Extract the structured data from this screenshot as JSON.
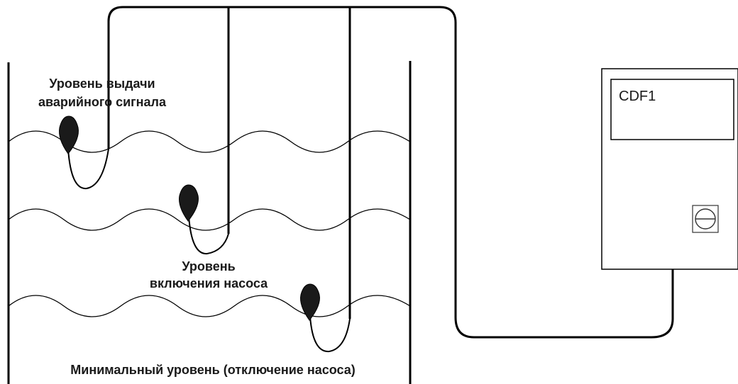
{
  "labels": {
    "alarm_line1": "Уровень выдачи",
    "alarm_line2": "аварийного сигнала",
    "pump_on_line1": "Уровень",
    "pump_on_line2": "включения насоса",
    "min_level": "Минимальный уровень (отключение насоса)",
    "controller": "CDF1"
  },
  "colors": {
    "line": "#000000",
    "float": "#1a1a1a",
    "background": "#ffffff"
  },
  "icons": {
    "controller_switch": "dial-switch-icon"
  }
}
